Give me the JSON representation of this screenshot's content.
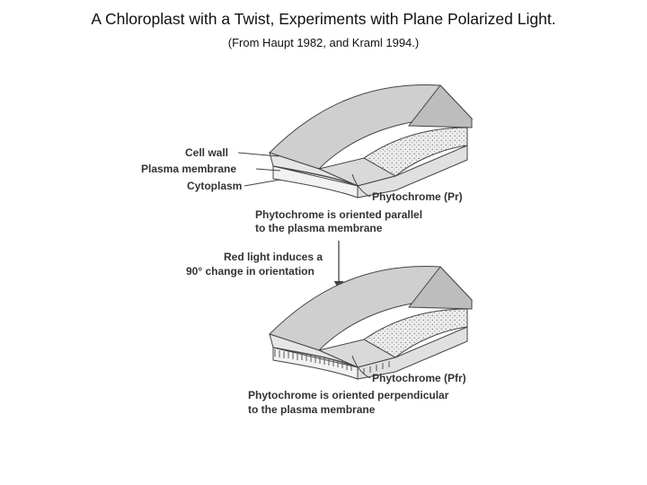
{
  "slide": {
    "title": "A Chloroplast with a Twist, Experiments with Plane Polarized Light.",
    "subtitle": "(From Haupt 1982, and Kraml 1994.)"
  },
  "diagram": {
    "upper": {
      "labels": {
        "cell_wall": "Cell wall",
        "plasma_membrane": "Plasma membrane",
        "cytoplasm": "Cytoplasm",
        "phytochrome": "Phytochrome (Pr)"
      },
      "caption": [
        "Phytochrome is oriented parallel",
        "to the plasma membrane"
      ]
    },
    "transition": [
      "Red light induces a",
      "90° change in orientation"
    ],
    "lower": {
      "labels": {
        "phytochrome": "Phytochrome (Pfr)"
      },
      "caption": [
        "Phytochrome is oriented perpendicular",
        "to the plasma membrane"
      ]
    }
  }
}
